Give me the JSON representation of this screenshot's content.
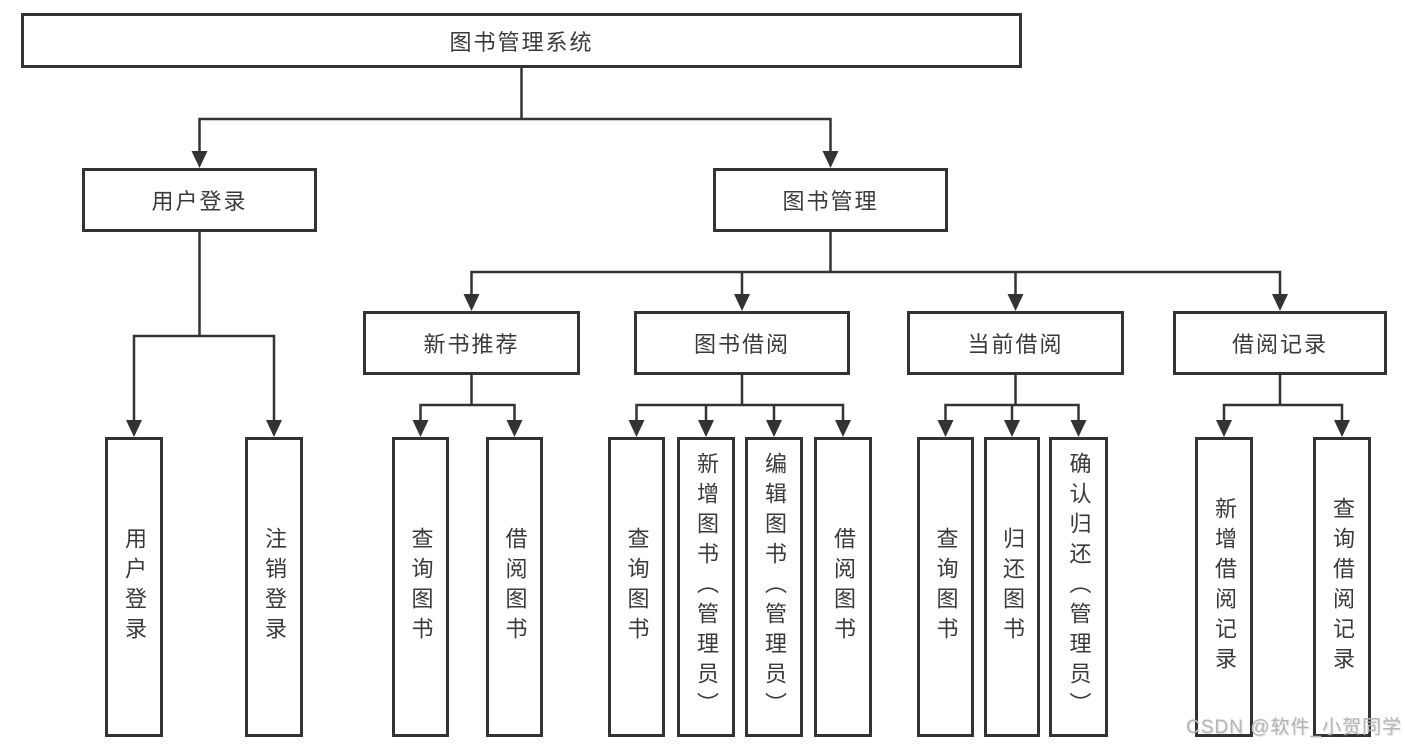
{
  "diagram": {
    "type": "hierarchy-tree",
    "root": {
      "label": "图书管理系统"
    },
    "level2": [
      {
        "label": "用户登录"
      },
      {
        "label": "图书管理"
      }
    ],
    "level3": [
      {
        "label": "新书推荐",
        "parent": "图书管理"
      },
      {
        "label": "图书借阅",
        "parent": "图书管理"
      },
      {
        "label": "当前借阅",
        "parent": "图书管理"
      },
      {
        "label": "借阅记录",
        "parent": "图书管理"
      }
    ],
    "leaves": [
      {
        "label": "用户登录",
        "parent": "用户登录"
      },
      {
        "label": "注销登录",
        "parent": "用户登录"
      },
      {
        "label": "查询图书",
        "parent": "新书推荐"
      },
      {
        "label": "借阅图书",
        "parent": "新书推荐"
      },
      {
        "label": "查询图书",
        "parent": "图书借阅"
      },
      {
        "label": "新增图书（管理员）",
        "parent": "图书借阅"
      },
      {
        "label": "编辑图书（管理员）",
        "parent": "图书借阅"
      },
      {
        "label": "借阅图书",
        "parent": "图书借阅"
      },
      {
        "label": "查询图书",
        "parent": "当前借阅"
      },
      {
        "label": "归还图书",
        "parent": "当前借阅"
      },
      {
        "label": "确认归还（管理员）",
        "parent": "当前借阅"
      },
      {
        "label": "新增借阅记录",
        "parent": "借阅记录"
      },
      {
        "label": "查询借阅记录",
        "parent": "借阅记录"
      }
    ]
  },
  "watermark": "CSDN @软件_小贺同学",
  "colors": {
    "line": "#333333",
    "box_border": "#333333",
    "box_fill": "#ffffff",
    "text": "#3a3a3a",
    "background": "#ffffff",
    "watermark": "#b5b5b5"
  }
}
